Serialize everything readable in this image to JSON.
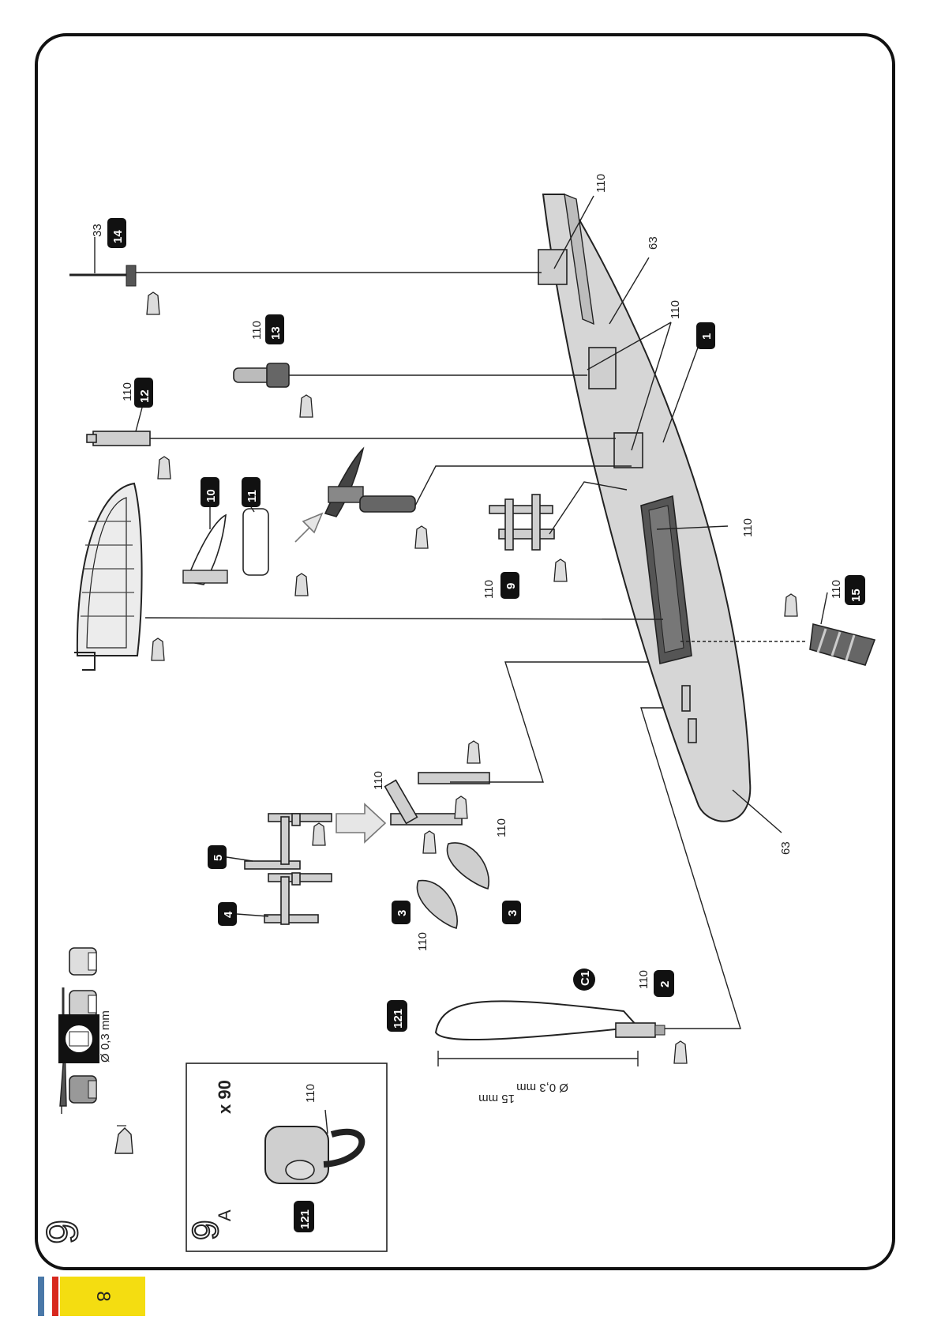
{
  "step": {
    "number": "9",
    "inset_step": "9",
    "inset_step_suffix": "A",
    "inset_quantity": "x 90",
    "wire_spec": "Ø 0,3 mm"
  },
  "wire_dims": {
    "length": "15 mm",
    "diameter": "Ø 0,3 mm"
  },
  "badges": {
    "b1": "1",
    "b2": "2",
    "b3a": "3",
    "b3b": "3",
    "b4": "4",
    "b5": "5",
    "b9": "9",
    "b10": "10",
    "b11": "11",
    "b12": "12",
    "b13": "13",
    "b14": "14",
    "b15": "15",
    "b121a": "121",
    "b121b": "121",
    "bc1": "C1"
  },
  "labels": {
    "l110_inset": "110",
    "l110_c1": "110",
    "l110_3a": "110",
    "l110_3b": "110",
    "l110_frame": "110",
    "l110_9": "110",
    "l110_deck": "110",
    "l110_15": "110",
    "l110_12": "110",
    "l110_13": "110",
    "l110_deck2": "110",
    "l110_deck3": "110",
    "l33": "33",
    "l63a": "63",
    "l63b": "63"
  },
  "footer": {
    "page_number": "8",
    "colors": {
      "blue": "#4a78a8",
      "red": "#d8281e",
      "yellow": "#f4dd11"
    }
  }
}
